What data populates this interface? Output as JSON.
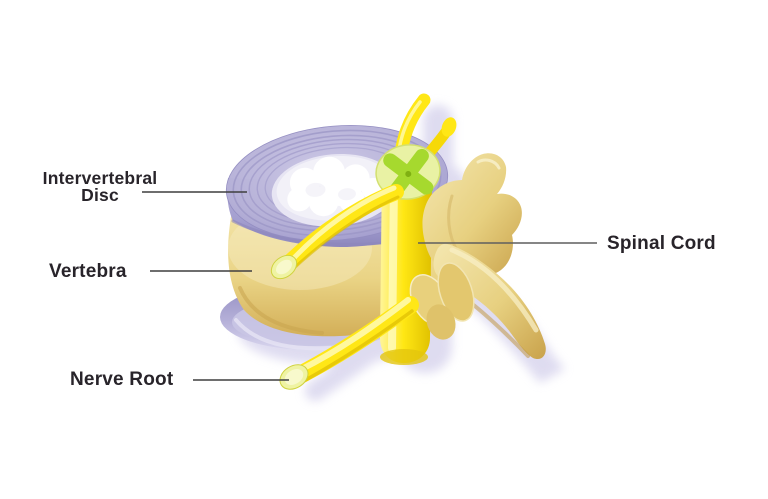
{
  "labels": {
    "intervertebral_disc": "Intervertebral\nDisc",
    "vertebra": "Vertebra",
    "nerve_root": "Nerve Root",
    "spinal_cord": "Spinal Cord"
  },
  "colors": {
    "background": "#ffffff",
    "label_text": "#28242a",
    "leader_line": "#3f3f3f",
    "leader_line_gray": "#5f5f5f",
    "disc_lavender": "#b3aed6",
    "disc_ring": "#9b95c6",
    "nucleus_white": "#ffffff",
    "bone_tan": "#ecd88f",
    "bone_edge": "#c49a40",
    "nerve_yellow": "#ffe716",
    "nerve_highlight": "#fff9ac",
    "cord_section_pale": "#e9f2a4",
    "cord_section_green": "#a6d92e",
    "shadow_lavender": "#d9d6ee"
  }
}
